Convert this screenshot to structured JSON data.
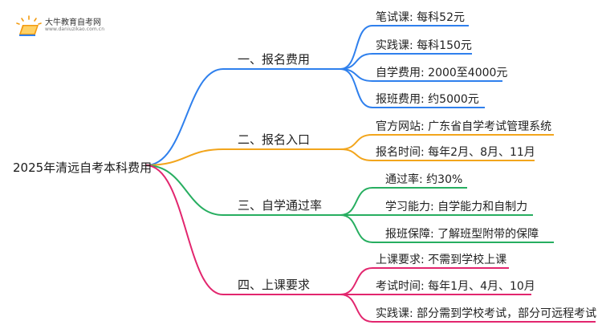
{
  "logo": {
    "name": "大牛教育自考网",
    "url": "www.daniuzikao.com.cn"
  },
  "root": {
    "label": "2025年清远自考本科费用"
  },
  "colors": {
    "blue": "#2f80ed",
    "orange": "#f2a51c",
    "green": "#27ae60",
    "pink": "#e2266e"
  },
  "branches": [
    {
      "label": "一、报名费用",
      "color": "blue",
      "leaves": [
        "笔试课: 每科52元",
        "实践课: 每科150元",
        "自学费用: 2000至4000元",
        "报班费用: 约5000元"
      ]
    },
    {
      "label": "二、报名入口",
      "color": "orange",
      "leaves": [
        "官方网站: 广东省自学考试管理系统",
        "报名时间: 每年2月、8月、11月"
      ]
    },
    {
      "label": "三、自学通过率",
      "color": "green",
      "leaves": [
        "通过率: 约30%",
        "学习能力: 自学能力和自制力",
        "报班保障: 了解班型附带的保障"
      ]
    },
    {
      "label": "四、上课要求",
      "color": "pink",
      "leaves": [
        "上课要求: 不需到学校上课",
        "考试时间: 每年1月、4月、10月",
        "实践课: 部分需到学校考试，部分可远程考试"
      ]
    }
  ]
}
